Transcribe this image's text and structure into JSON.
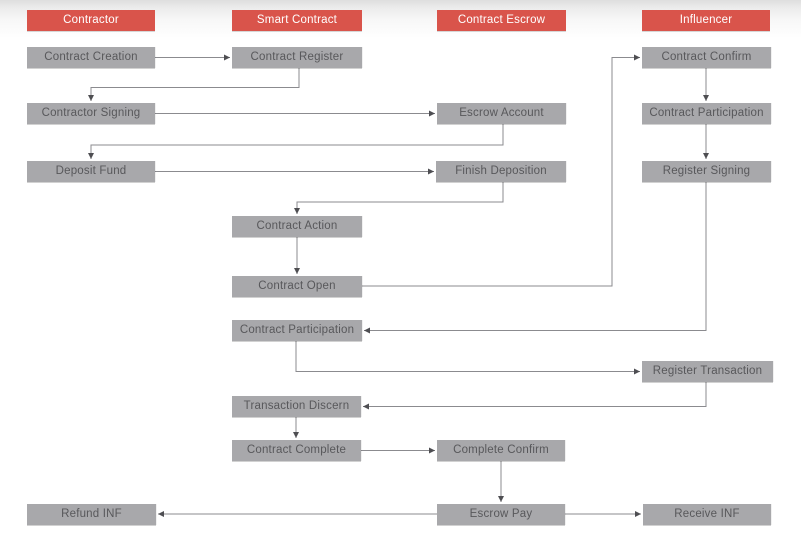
{
  "diagram": {
    "type": "flowchart",
    "lanes": {
      "contractor": "Contractor",
      "smart_contract": "Smart Contract",
      "contract_escrow": "Contract Escrow",
      "influencer": "Influencer"
    },
    "nodes": {
      "contract_creation": "Contract Creation",
      "contract_register": "Contract Register",
      "contract_confirm": "Contract Confirm",
      "contractor_signing": "Contractor Signing",
      "escrow_account": "Escrow Account",
      "contract_participation_inf": "Contract Participation",
      "deposit_fund": "Deposit Fund",
      "finish_deposition": "Finish Deposition",
      "register_signing": "Register Signing",
      "contract_action": "Contract Action",
      "contract_open": "Contract Open",
      "contract_participation_sc": "Contract Participation",
      "register_transaction": "Register Transaction",
      "transaction_discern": "Transaction Discern",
      "contract_complete": "Contract Complete",
      "complete_confirm": "Complete Confirm",
      "refund_inf": "Refund INF",
      "escrow_pay": "Escrow Pay",
      "receive_inf": "Receive INF"
    },
    "edges": [
      {
        "from": "contract_creation",
        "to": "contract_register"
      },
      {
        "from": "contract_register",
        "to": "contractor_signing"
      },
      {
        "from": "contractor_signing",
        "to": "escrow_account"
      },
      {
        "from": "escrow_account",
        "to": "deposit_fund"
      },
      {
        "from": "deposit_fund",
        "to": "finish_deposition"
      },
      {
        "from": "finish_deposition",
        "to": "contract_action"
      },
      {
        "from": "contract_action",
        "to": "contract_open"
      },
      {
        "from": "contract_open",
        "to": "contract_confirm"
      },
      {
        "from": "contract_confirm",
        "to": "contract_participation_inf"
      },
      {
        "from": "contract_participation_inf",
        "to": "register_signing"
      },
      {
        "from": "register_signing",
        "to": "contract_participation_sc"
      },
      {
        "from": "contract_participation_sc",
        "to": "register_transaction"
      },
      {
        "from": "register_transaction",
        "to": "transaction_discern"
      },
      {
        "from": "transaction_discern",
        "to": "contract_complete"
      },
      {
        "from": "contract_complete",
        "to": "complete_confirm"
      },
      {
        "from": "complete_confirm",
        "to": "escrow_pay"
      },
      {
        "from": "escrow_pay",
        "to": "receive_inf"
      },
      {
        "from": "escrow_pay",
        "to": "refund_inf"
      }
    ],
    "colors": {
      "lane_header_fill": "#d9544b",
      "lane_header_text": "#ffffff",
      "node_fill": "#a8a8ab",
      "node_text": "#58585b",
      "connector_line": "#8b8b8f",
      "arrowhead": "#4e4e52"
    }
  }
}
